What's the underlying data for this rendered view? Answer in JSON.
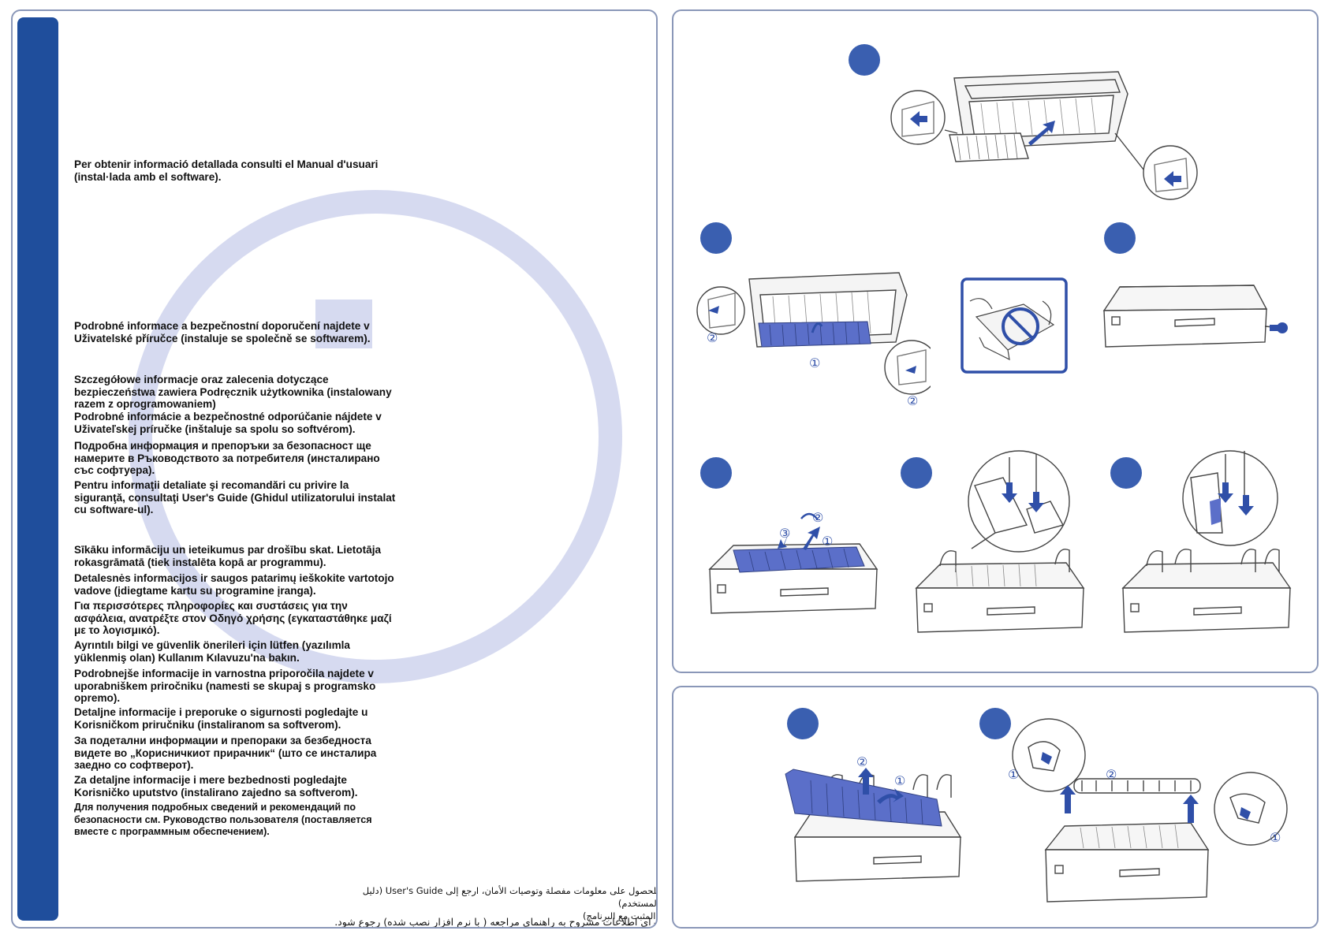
{
  "colors": {
    "brand_blue": "#1f4e9c",
    "step_blue": "#3a5fb0",
    "ring_lavender": "#d6daf0",
    "paper_blue": "#5b6fc9",
    "line_gray": "#444444"
  },
  "info_icon": {
    "name": "information-i-icon"
  },
  "texts": {
    "catalan": "Per obtenir informació detallada consulti el Manual d'usuari\n (instal·lada amb el software).",
    "czech": "Podrobné informace a bezpečnostní doporučení najdete v\nUživatelské příručce (instaluje se společně se softwarem).",
    "polish": "Szczegółowe informacje oraz zalecenia dotyczące\nbezpieczeństwa zawiera Podręcznik użytkownika (instalowany\nrazem z oprogramowaniem)",
    "slovak": "Podrobné informácie a bezpečnostné odporúčanie nájdete v\nUživateľskej príručke (inštaluje sa spolu so softvérom).",
    "bulgarian": "Подробна информация и препоръки за безопасност ще\nнамерите в Ръководството за потребителя (инсталирано\nсъс софтуера).",
    "romanian": "Pentru informaţii detaliate şi recomandări cu privire la\nsiguranţă, consultaţi User's Guide (Ghidul utilizatorului instalat\ncu software-ul).",
    "latvian": "Sīkāku informāciju un ieteikumus par drošību skat. Lietotāja\nrokasgrāmatā (tiek instalēta kopā ar programmu).",
    "lithuanian": "Detalesnės informacijos ir saugos patarimų ieškokite vartotojo\nvadove (įdiegtame kartu su programine įranga).",
    "greek": "Για περισσότερες πληροφορίες και συστάσεις για την\nασφάλεια, ανατρέξτε στον Οδηγό χρήσης (εγκαταστάθηκε μαζί\nμε το λογισμικό).",
    "turkish": "Ayrıntılı bilgi ve güvenlik önerileri için lütfen (yazılımla\nyüklenmiş olan) Kullanım Kılavuzu'na bakın.",
    "slovenian": "Podrobnejše informacije in varnostna priporočila najdete v\nuporabniškem priročniku (namesti se skupaj s programsko\nopremo).",
    "croatian": "Detaljne informacije i preporuke o sigurnosti pogledajte u\nKorisničkom priručniku (instaliranom sa softverom).",
    "macedonian": "За подетални информации и препораки за безбедноста\nвидете во „Корисничкиот прирачник“ (што се инсталира\nзаедно со софтверот).",
    "serbian": "Za detaljne informacije i mere bezbednosti pogledajte\nKorisničko uputstvo (instalirano zajedno sa softverom).",
    "russian": "Для получения подробных сведений и рекомендаций по\nбезопасности см. Руководство пользователя (поставляется\nвместе с программным обеспечением).",
    "arabic": "للحصول على معلومات مفصلة وتوصيات الأمان، ارجع إلى User's Guide (دليل المستخدم)\n(المثبت مع البرنامج)",
    "persian": "برای اطلاعات مشروح به راهنمای مراجعه ( با نرم افزار نصب شده) رجوع شود."
  },
  "callout_numbers": {
    "one": "①",
    "two": "②",
    "three": "③"
  },
  "steps": {
    "count_top": 6,
    "count_bottom": 2
  }
}
